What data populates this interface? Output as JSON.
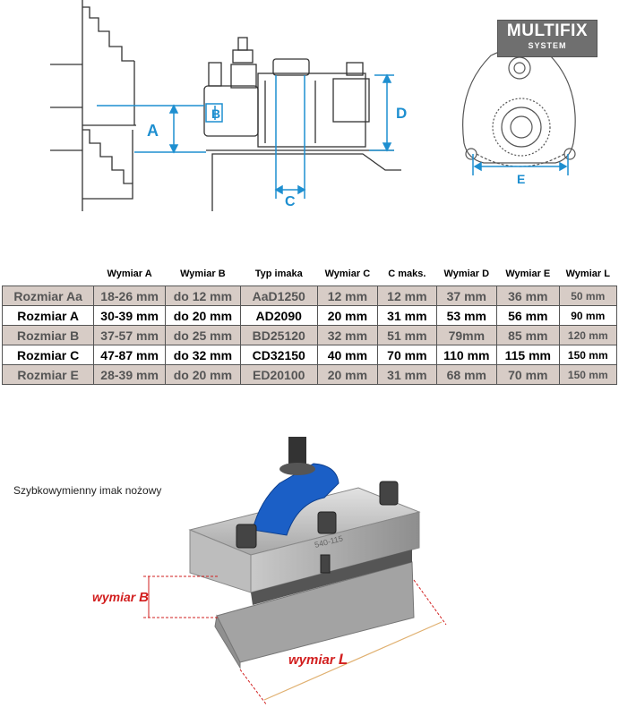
{
  "logo": {
    "brand": "MULTIFIX",
    "sub": "SYSTEM"
  },
  "drawing": {
    "labels": {
      "a": "A",
      "b": "B",
      "c": "C",
      "d": "D",
      "e": "E"
    }
  },
  "table": {
    "headers": [
      "",
      "Wymiar A",
      "Wymiar B",
      "Typ imaka",
      "Wymiar C",
      "C maks.",
      "Wymiar D",
      "Wymiar E",
      "Wymiar L"
    ],
    "rows": [
      {
        "name": "Rozmiar Aa",
        "a": "18-26 mm",
        "b": "do 12 mm",
        "type": "AaD1250",
        "c": "12 mm",
        "cmax": "12 mm",
        "d": "37 mm",
        "e": "36 mm",
        "l": "50 mm",
        "shaded": true
      },
      {
        "name": "Rozmiar A",
        "a": "30-39 mm",
        "b": "do 20 mm",
        "type": "AD2090",
        "c": "20 mm",
        "cmax": "31 mm",
        "d": "53 mm",
        "e": "56 mm",
        "l": "90 mm",
        "shaded": false
      },
      {
        "name": "Rozmiar B",
        "a": "37-57 mm",
        "b": "do 25 mm",
        "type": "BD25120",
        "c": "32 mm",
        "cmax": "51 mm",
        "d": "79mm",
        "e": "85 mm",
        "l": "120 mm",
        "shaded": true
      },
      {
        "name": "Rozmiar C",
        "a": "47-87 mm",
        "b": "do 32 mm",
        "type": "CD32150",
        "c": "40 mm",
        "cmax": "70 mm",
        "d": "110 mm",
        "e": "115 mm",
        "l": "150 mm",
        "shaded": false
      },
      {
        "name": "Rozmiar E",
        "a": "28-39 mm",
        "b": "do 20 mm",
        "type": "ED20100",
        "c": "20 mm",
        "cmax": "31 mm",
        "d": "68 mm",
        "e": "70 mm",
        "l": "150 mm",
        "shaded": true
      }
    ]
  },
  "caption": "Szybkowymienny imak nożowy",
  "photo": {
    "model_mark": "540-115",
    "dim_b_prefix": "wymiar ",
    "dim_b_letter": "B",
    "dim_l_prefix": "wymiar ",
    "dim_l_letter": "L"
  },
  "colors": {
    "dimension_blue": "#1e8fd0",
    "photo_red": "#d21f1f",
    "holder_blue": "#1b5fc6",
    "shade_row": "#d7ccc6"
  }
}
